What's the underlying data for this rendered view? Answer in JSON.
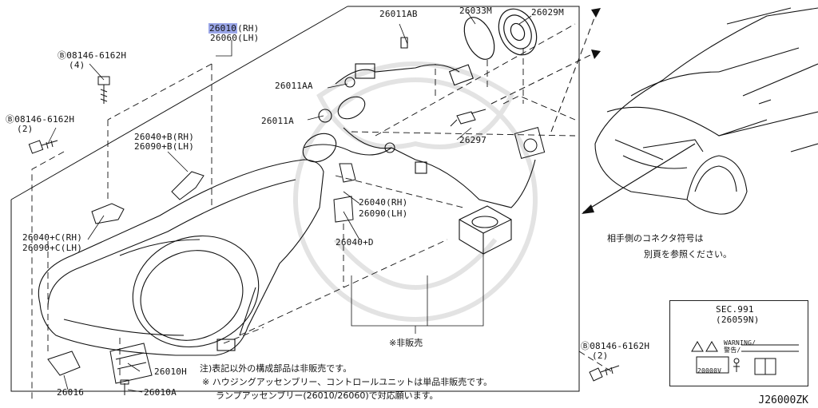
{
  "parts": {
    "p26010": "26010",
    "p26010_side": "(RH)",
    "p26060": "26060(LH)",
    "p26011AB": "26011AB",
    "p26033M": "26033M",
    "p26029M": "26029M",
    "p26011AA": "26011AA",
    "p26011A": "26011A",
    "p26297": "26297",
    "p26040B": "26040+B(RH)",
    "p26090B": "26090+B(LH)",
    "p26040": "26040(RH)",
    "p26090": "26090(LH)",
    "p26040D": "26040+D",
    "p26040C": "26040+C(RH)",
    "p26090C": "26090+C(LH)",
    "p26016": "26016",
    "p26010H": "26010H",
    "p26010A": "26010A",
    "bolt1": "Ⓑ08146-6162H",
    "bolt1_qty": "(4)",
    "bolt2": "Ⓑ08146-6162H",
    "bolt2_qty": "(2)",
    "bolt3": "Ⓑ08146-6162H",
    "bolt3_qty": "(2)"
  },
  "notes": {
    "not_sold": "※非販売",
    "connector_1": "相手側のコネクタ符号は",
    "connector_2": "別頁を参照ください。",
    "footnote_1": "注)表記以外の構成部品は非販売です。",
    "footnote_2": "※ ハウジングアッセンブリー、コントロールユニットは単品非販売です。",
    "footnote_3": "ランプアッセンブリー(26010/26060)で対応願います。"
  },
  "label_box": {
    "sec": "SEC.991",
    "part": "(26059N)",
    "warning": "WARNING/",
    "warning_jp": "警告/",
    "voltage": "20000V"
  },
  "diagram_code": "J26000ZK"
}
